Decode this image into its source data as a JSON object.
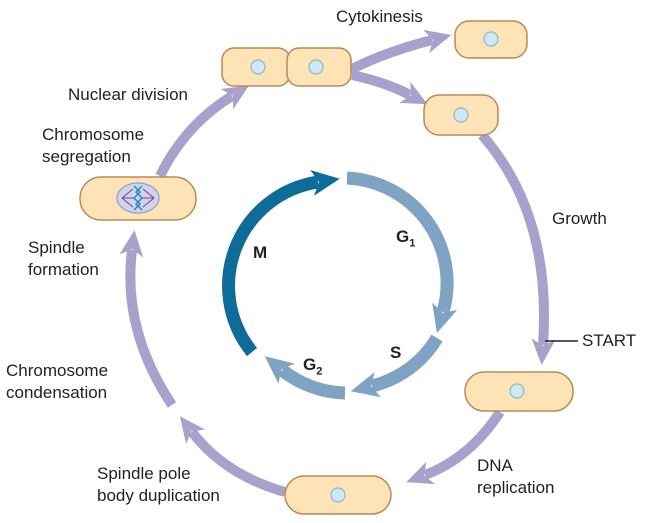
{
  "labels": {
    "cytokinesis": "Cytokinesis",
    "nuclear_division": "Nuclear division",
    "chromosome_segregation": [
      "Chromosome",
      "segregation"
    ],
    "spindle_formation": [
      "Spindle",
      "formation"
    ],
    "chromosome_condensation": [
      "Chromosome",
      "condensation"
    ],
    "spindle_pole_body_duplication": [
      "Spindle pole",
      "body duplication"
    ],
    "dna_replication": [
      "DNA",
      "replication"
    ],
    "start": "START",
    "growth": "Growth"
  },
  "phases": {
    "m": "M",
    "g1": {
      "letter": "G",
      "sub": "1"
    },
    "s": "S",
    "g2": {
      "letter": "G",
      "sub": "2"
    }
  },
  "colors": {
    "outer_arrow": "#a6a2cc",
    "m_phase": "#0f6c98",
    "interphase": "#7ea3c3",
    "cell_fill": "#fde3b6",
    "cell_stroke": "#b98a55",
    "nucleus": "#cfe8f4"
  }
}
